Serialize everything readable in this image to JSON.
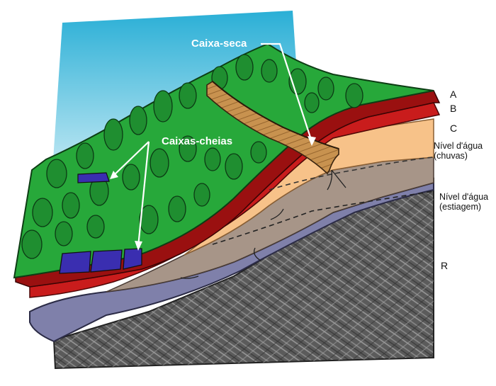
{
  "callouts": {
    "dry_pond": "Caixa-seca",
    "full_ponds": "Caixas-cheias"
  },
  "horizon_labels": {
    "a": "A",
    "b": "B",
    "c": "C",
    "r": "R"
  },
  "water_levels": {
    "rainy_line1": "Nível d'água",
    "rainy_line2": "(chuvas)",
    "dry_line1": "Nível d'água",
    "dry_line2": "(estiagem)"
  },
  "colors": {
    "sky": "#2fb6d9",
    "vegetation": "#27a83a",
    "horizon_a": "#9b0f0f",
    "horizon_b": "#c81a1a",
    "horizon_c": "#f6c187",
    "saprolite": "#a89488",
    "groundwater": "#7d7ea7",
    "bedrock": "#5a5a5a",
    "pond_water": "#3a2eb0"
  }
}
